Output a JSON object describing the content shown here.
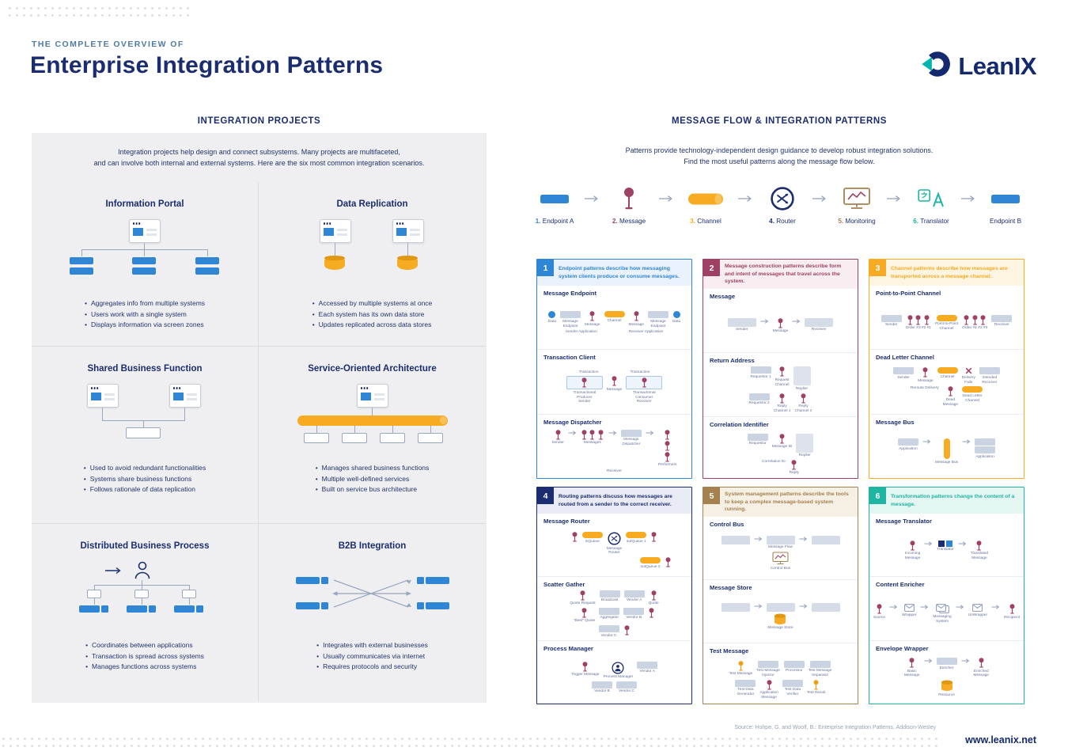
{
  "header": {
    "kicker": "THE COMPLETE OVERVIEW OF",
    "title": "Enterprise Integration Patterns",
    "brand": "LeanIX"
  },
  "colors": {
    "navy": "#1b2d70",
    "blue": "#2e86d4",
    "yellow": "#f6ab22",
    "maroon": "#9e4164",
    "teal": "#1fb5a3",
    "brown": "#a5814f",
    "panel_gray": "#efeff1"
  },
  "left": {
    "section_title": "INTEGRATION PROJECTS",
    "intro_line1": "Integration projects help design and connect subsystems. Many projects are multifaceted,",
    "intro_line2": "and can involve both internal and external systems. Here are the six most common integration scenarios.",
    "cards": [
      {
        "title": "Information Portal",
        "bullets": [
          "Aggregates info from multiple systems",
          "Users work with a single system",
          "Displays information via screen zones"
        ]
      },
      {
        "title": "Data Replication",
        "bullets": [
          "Accessed by multiple systems at once",
          "Each system has its own data store",
          "Updates replicated across data stores"
        ]
      },
      {
        "title": "Shared Business Function",
        "bullets": [
          "Used to avoid redundant functionalities",
          "Systems share business functions",
          "Follows rationale of data replication"
        ]
      },
      {
        "title": "Service-Oriented Architecture",
        "bullets": [
          "Manages shared business functions",
          "Multiple well-defined services",
          "Built on service bus architecture"
        ]
      },
      {
        "title": "Distributed Business Process",
        "bullets": [
          "Coordinates between applications",
          "Transaction is spread across systems",
          "Manages functions across systems"
        ]
      },
      {
        "title": "B2B Integration",
        "bullets": [
          "Integrates with external businesses",
          "Usually communicates via internet",
          "Requires protocols and security"
        ]
      }
    ]
  },
  "right": {
    "section_title": "MESSAGE FLOW & INTEGRATION PATTERNS",
    "intro_line1": "Patterns provide technology-independent design guidance to develop robust integration solutions.",
    "intro_line2": "Find the most useful patterns along the message flow below.",
    "flow": [
      {
        "num": "1.",
        "label": "Endpoint A",
        "icon": "endpoint",
        "color": "#2e86d4"
      },
      {
        "num": "2.",
        "label": "Message",
        "icon": "message",
        "color": "#9e4164"
      },
      {
        "num": "3.",
        "label": "Channel",
        "icon": "channel",
        "color": "#f6ab22"
      },
      {
        "num": "4.",
        "label": "Router",
        "icon": "router",
        "color": "#1b2d70"
      },
      {
        "num": "5.",
        "label": "Monitoring",
        "icon": "monitoring",
        "color": "#a5814f"
      },
      {
        "num": "6.",
        "label": "Translator",
        "icon": "translator",
        "color": "#1fb5a3"
      },
      {
        "num": "",
        "label": "Endpoint B",
        "icon": "endpoint",
        "color": "#1b2d70"
      }
    ],
    "cards": [
      {
        "num": "1",
        "color": "#2e86d4",
        "tint": "#e9f2fc",
        "description": "Endpoint patterns describe how messaging system clients produce or consume messages.",
        "sections": [
          {
            "title": "Message Endpoint",
            "rows": [
              [
                {
                  "t": "circle",
                  "c": "Data"
                },
                {
                  "t": "box",
                  "c": "Message\nEndpoint"
                },
                {
                  "t": "msg",
                  "c": "Message"
                },
                {
                  "t": "pill",
                  "c": "Channel"
                },
                {
                  "t": "msg",
                  "c": "Message"
                },
                {
                  "t": "box",
                  "c": "Message\nEndpoint"
                },
                {
                  "t": "circle",
                  "c": "Data"
                }
              ],
              [
                {
                  "t": "text",
                  "c": "Sender Application"
                },
                {
                  "t": "gap"
                },
                {
                  "t": "text",
                  "c": "Receiver Application"
                }
              ]
            ]
          },
          {
            "title": "Transaction Client",
            "rows": [
              [
                {
                  "t": "text",
                  "c": "Transaction"
                },
                {
                  "t": "gap"
                },
                {
                  "t": "text",
                  "c": "Transaction"
                }
              ],
              [
                {
                  "t": "frame",
                  "c": "Transactional Producer\nSender"
                },
                {
                  "t": "msg",
                  "c": "Message"
                },
                {
                  "t": "frame",
                  "c": "Transactional Consumer\nReceiver"
                }
              ]
            ]
          },
          {
            "title": "Message Dispatcher",
            "rows": [
              [
                {
                  "t": "msg",
                  "c": "Sender"
                },
                {
                  "t": "arrow"
                },
                {
                  "t": "msg3",
                  "c": "Messages"
                },
                {
                  "t": "arrow"
                },
                {
                  "t": "box",
                  "c": "Message\nDispatcher"
                },
                {
                  "t": "arrow"
                },
                {
                  "t": "msgcol",
                  "c": "Performers"
                }
              ],
              [
                {
                  "t": "text",
                  "c": "Receiver"
                }
              ]
            ]
          }
        ]
      },
      {
        "num": "2",
        "color": "#9e4164",
        "tint": "#f8edf1",
        "description": "Message construction patterns describe form and intent of messages that travel across the system.",
        "sections": [
          {
            "title": "Message",
            "rows": [
              [
                {
                  "t": "wbox",
                  "c": "Sender"
                },
                {
                  "t": "arrow"
                },
                {
                  "t": "msg",
                  "c": "Message"
                },
                {
                  "t": "arrow"
                },
                {
                  "t": "wbox",
                  "c": "Receiver"
                }
              ]
            ]
          },
          {
            "title": "Return Address",
            "rows": [
              [
                {
                  "t": "box",
                  "c": "Requestor 1"
                },
                {
                  "t": "msg",
                  "c": "Request\nChannel"
                },
                {
                  "t": "tallbox",
                  "c": "Replier"
                }
              ],
              [
                {
                  "t": "box",
                  "c": "Requestor 2"
                },
                {
                  "t": "msg",
                  "c": "Reply\nChannel 1"
                },
                {
                  "t": "msg",
                  "c": "Reply\nChannel 2"
                }
              ]
            ]
          },
          {
            "title": "Correlation Identifier",
            "rows": [
              [
                {
                  "t": "box",
                  "c": "Requestor"
                },
                {
                  "t": "msg",
                  "c": "Message ID"
                },
                {
                  "t": "tallbox",
                  "c": "Replier"
                }
              ],
              [
                {
                  "t": "text",
                  "c": "Correlation ID"
                },
                {
                  "t": "msg",
                  "c": "Reply"
                }
              ]
            ]
          }
        ]
      },
      {
        "num": "3",
        "color": "#f6ab22",
        "tint": "#fdf4e1",
        "description": "Channel patterns describe how messages are transported across a message channel.",
        "sections": [
          {
            "title": "Point-to-Point Channel",
            "rows": [
              [
                {
                  "t": "box",
                  "c": "Sender"
                },
                {
                  "t": "msg3",
                  "c": "Order #3  #2  #1"
                },
                {
                  "t": "pill",
                  "c": "Point-to-Point\nChannel"
                },
                {
                  "t": "msg3",
                  "c": "Order #1  #2  #3"
                },
                {
                  "t": "box",
                  "c": "Receiver"
                }
              ]
            ]
          },
          {
            "title": "Dead Letter Channel",
            "rows": [
              [
                {
                  "t": "box",
                  "c": "Sender"
                },
                {
                  "t": "msg",
                  "c": "Message"
                },
                {
                  "t": "pill",
                  "c": "Channel"
                },
                {
                  "t": "x",
                  "c": "Delivery\nFails"
                },
                {
                  "t": "box",
                  "c": "Intended\nReceiver"
                }
              ],
              [
                {
                  "t": "text",
                  "c": "Reroute Delivery"
                },
                {
                  "t": "msg",
                  "c": "Dead\nMessage"
                },
                {
                  "t": "pill",
                  "c": "Dead Letter\nChannel"
                }
              ]
            ]
          },
          {
            "title": "Message Bus",
            "rows": [
              [
                {
                  "t": "box",
                  "c": "Application"
                },
                {
                  "t": "arrow"
                },
                {
                  "t": "vpill",
                  "c": "Message Bus"
                },
                {
                  "t": "arrow"
                },
                {
                  "t": "boxcol2",
                  "c": "Application"
                }
              ]
            ]
          }
        ]
      },
      {
        "num": "4",
        "color": "#1b2d70",
        "tint": "#e8ebf4",
        "description": "Routing patterns discuss how messages are routed from a sender to the correct receiver.",
        "sections": [
          {
            "title": "Message Router",
            "rows": [
              [
                {
                  "t": "msg"
                },
                {
                  "t": "pill",
                  "c": "inQueue"
                },
                {
                  "t": "router",
                  "c": "Message\nRouter"
                },
                {
                  "t": "pill",
                  "c": "outQueue 1"
                },
                {
                  "t": "msg"
                }
              ],
              [
                {
                  "t": "gap"
                },
                {
                  "t": "gap"
                },
                {
                  "t": "gap"
                },
                {
                  "t": "pill",
                  "c": "outQueue 2"
                },
                {
                  "t": "msg"
                }
              ]
            ]
          },
          {
            "title": "Scatter Gather",
            "rows": [
              [
                {
                  "t": "msg",
                  "c": "Quote Request"
                },
                {
                  "t": "box",
                  "c": "Broadcast"
                },
                {
                  "t": "box",
                  "c": "Vendor A"
                },
                {
                  "t": "msg",
                  "c": "Quote"
                }
              ],
              [
                {
                  "t": "msg",
                  "c": "\"Best\" Quote"
                },
                {
                  "t": "box",
                  "c": "Aggregator"
                },
                {
                  "t": "box",
                  "c": "Vendor B"
                },
                {
                  "t": "msg"
                }
              ],
              [
                {
                  "t": "box",
                  "c": "Vendor C"
                },
                {
                  "t": "msg"
                }
              ]
            ]
          },
          {
            "title": "Process Manager",
            "rows": [
              [
                {
                  "t": "msg",
                  "c": "Trigger Message"
                },
                {
                  "t": "procmgr",
                  "c": "Process Manager"
                },
                {
                  "t": "box",
                  "c": "Vendor A"
                }
              ],
              [
                {
                  "t": "box",
                  "c": "Vendor B"
                },
                {
                  "t": "box",
                  "c": "Vendor C"
                }
              ]
            ]
          }
        ]
      },
      {
        "num": "5",
        "color": "#a5814f",
        "tint": "#f6efe3",
        "description": "System management patterns describe the tools to keep a complex message-based system running.",
        "sections": [
          {
            "title": "Control Bus",
            "rows": [
              [
                {
                  "t": "wbox"
                },
                {
                  "t": "arrow"
                },
                {
                  "t": "wbox",
                  "c": "Message Flow"
                },
                {
                  "t": "arrow"
                },
                {
                  "t": "wbox"
                }
              ],
              [
                {
                  "t": "monitor",
                  "c": "Control Bus"
                }
              ]
            ]
          },
          {
            "title": "Message Store",
            "rows": [
              [
                {
                  "t": "wbox"
                },
                {
                  "t": "arrow"
                },
                {
                  "t": "wbox"
                },
                {
                  "t": "arrow"
                },
                {
                  "t": "wbox"
                }
              ],
              [
                {
                  "t": "db",
                  "c": "Message Store"
                }
              ]
            ]
          },
          {
            "title": "Test Message",
            "rows": [
              [
                {
                  "t": "msgy",
                  "c": "Test Message"
                },
                {
                  "t": "box",
                  "c": "Test Message\nInjector"
                },
                {
                  "t": "box",
                  "c": "Processor"
                },
                {
                  "t": "box",
                  "c": "Test Message\nSeparator"
                }
              ],
              [
                {
                  "t": "box",
                  "c": "Test Data\nGenerator"
                },
                {
                  "t": "msg",
                  "c": "Application\nMessage"
                },
                {
                  "t": "box",
                  "c": "Test Data\nVerifier"
                },
                {
                  "t": "msgy",
                  "c": "Test Result"
                }
              ]
            ]
          }
        ]
      },
      {
        "num": "6",
        "color": "#1fb5a3",
        "tint": "#e3f6f2",
        "description": "Transformation patterns change the content of a message.",
        "sections": [
          {
            "title": "Message Translator",
            "rows": [
              [
                {
                  "t": "msg",
                  "c": "Incoming\nMessage"
                },
                {
                  "t": "arrow"
                },
                {
                  "t": "transbox",
                  "c": "Translator"
                },
                {
                  "t": "arrow"
                },
                {
                  "t": "msg",
                  "c": "Translated\nMessage"
                }
              ]
            ]
          },
          {
            "title": "Content Enricher",
            "rows": [
              [
                {
                  "t": "msg",
                  "c": "Source"
                },
                {
                  "t": "arrow"
                },
                {
                  "t": "env",
                  "c": "Wrapper"
                },
                {
                  "t": "arrow"
                },
                {
                  "t": "env2",
                  "c": "Messaging\nSystem"
                },
                {
                  "t": "arrow"
                },
                {
                  "t": "env",
                  "c": "UnWrapper"
                },
                {
                  "t": "arrow"
                },
                {
                  "t": "msg",
                  "c": "Recipient"
                }
              ]
            ]
          },
          {
            "title": "Envelope Wrapper",
            "rows": [
              [
                {
                  "t": "msg",
                  "c": "Basic\nMessage"
                },
                {
                  "t": "arrow"
                },
                {
                  "t": "box",
                  "c": "Enricher"
                },
                {
                  "t": "arrow"
                },
                {
                  "t": "msg",
                  "c": "Enriched\nMessage"
                }
              ],
              [
                {
                  "t": "db",
                  "c": "Resource"
                }
              ]
            ]
          }
        ]
      }
    ]
  },
  "footer": {
    "source": "Source: Hohpe, G. and Woolf, B.: Enterprise Integration Patterns, Addison-Wesley",
    "website": "www.leanix.net"
  }
}
